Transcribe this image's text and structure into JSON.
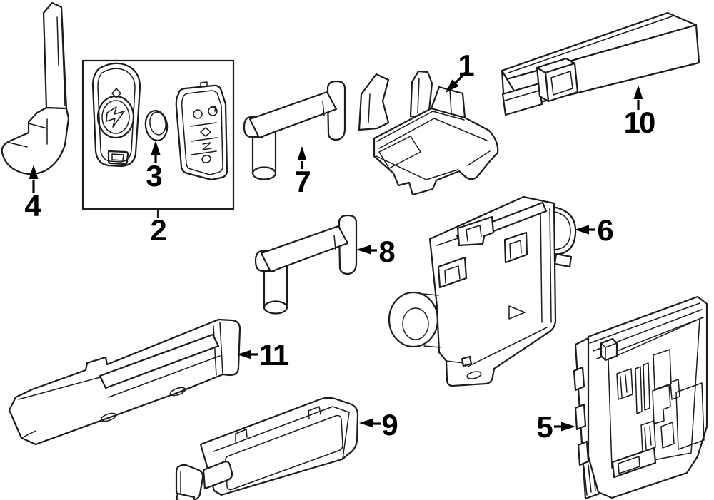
{
  "diagram": {
    "background_color": "#ffffff",
    "line_color": "#1c1c1c",
    "label_color": "#000000",
    "callouts": [
      {
        "number": "1"
      },
      {
        "number": "2"
      },
      {
        "number": "3"
      },
      {
        "number": "4"
      },
      {
        "number": "5"
      },
      {
        "number": "6"
      },
      {
        "number": "7"
      },
      {
        "number": "8"
      },
      {
        "number": "9"
      },
      {
        "number": "10"
      },
      {
        "number": "11"
      }
    ]
  }
}
